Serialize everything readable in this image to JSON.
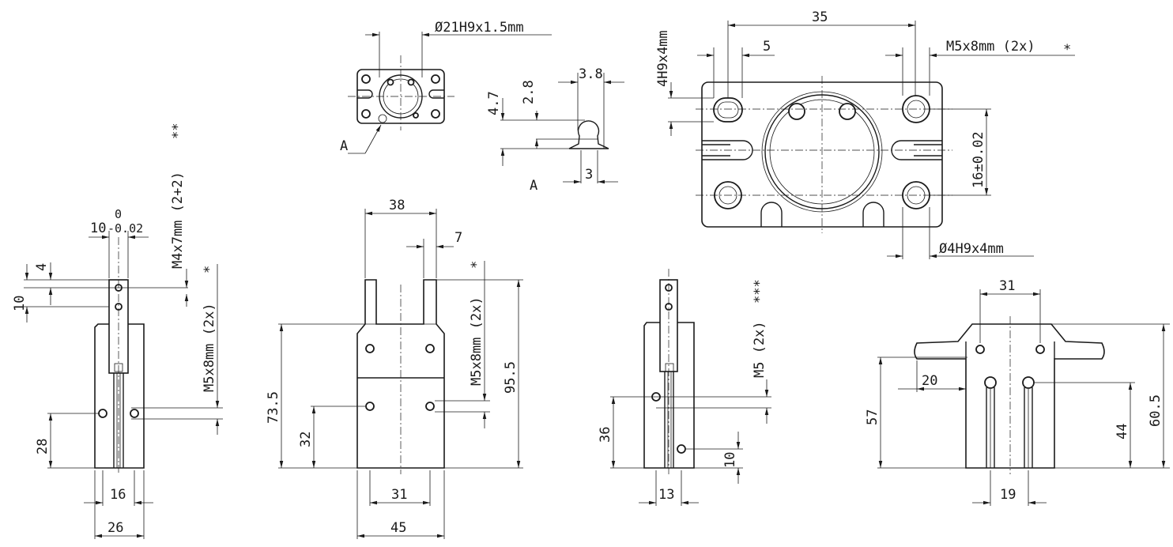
{
  "dimensions": {
    "d21h9": "Ø21H9x1.5mm",
    "d4_7": "4.7",
    "d2_8": "2.8",
    "d3_8": "3.8",
    "d3": "3",
    "label_a": "A",
    "label_a_detail": "A",
    "d35": "35",
    "d5": "5",
    "m5x8_top": "M5x8mm (2x)",
    "star_top": "*",
    "h4h9": "4H9x4mm",
    "d16_002": "16±0.02",
    "d4h9": "Ø4H9x4mm",
    "d10_tol": "10",
    "d10_tol_upper": "0",
    "d10_tol_lower": "-0.02",
    "m4x7": "M4x7mm (2+2)",
    "star_m4": "**",
    "m5x8_left": "M5x8mm (2x)",
    "star_left": "*",
    "d4_left": "4",
    "d10_left": "10",
    "d28": "28",
    "d16": "16",
    "d26": "26",
    "d38": "38",
    "d7": "7",
    "m5x8_center": "M5x8mm (2x)",
    "star_center": "*",
    "d73_5": "73.5",
    "d95_5": "95.5",
    "d32": "32",
    "d31_center": "31",
    "d45": "45",
    "m5_2x": "M5 (2x)",
    "star_m5": "***",
    "d36": "36",
    "d10_side": "10",
    "d13": "13",
    "d31_right": "31",
    "d20": "20",
    "d57": "57",
    "d44": "44",
    "d60_5": "60.5",
    "d19": "19"
  }
}
